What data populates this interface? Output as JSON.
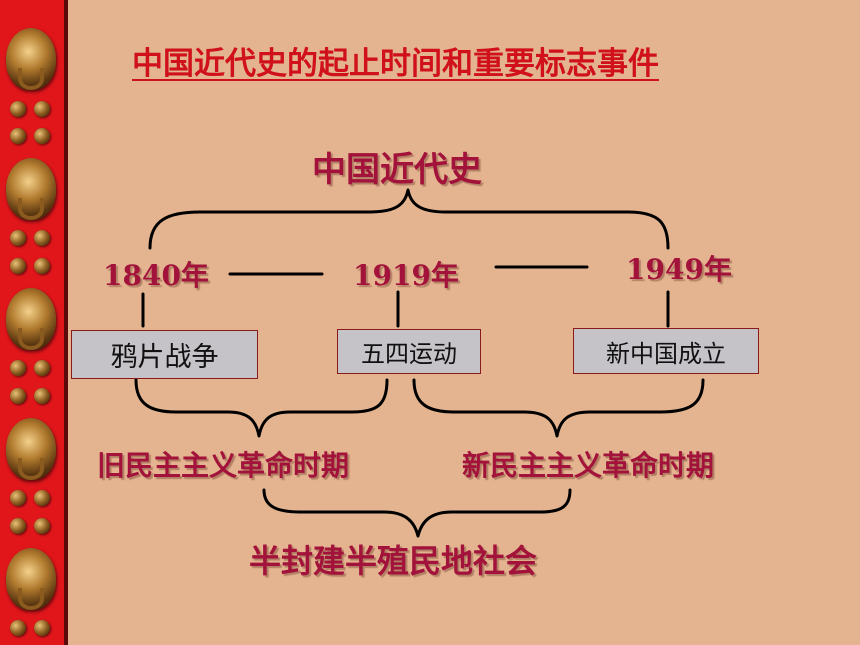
{
  "title": "中国近代史的起止时间和重要标志事件",
  "top_label": "中国近代史",
  "years": [
    "1840年",
    "1919年",
    "1949年"
  ],
  "events": [
    "鸦片战争",
    "五四运动",
    "新中国成立"
  ],
  "periods": [
    "旧民主主义革命时期",
    "新民主主义革命时期"
  ],
  "society": "半封建半殖民地社会",
  "colors": {
    "background": "#E3B48F",
    "border_red": "#E0161B",
    "title_red": "#D0101A",
    "label_crimson": "#A2123A",
    "box_gray": "#C5C2C8"
  }
}
